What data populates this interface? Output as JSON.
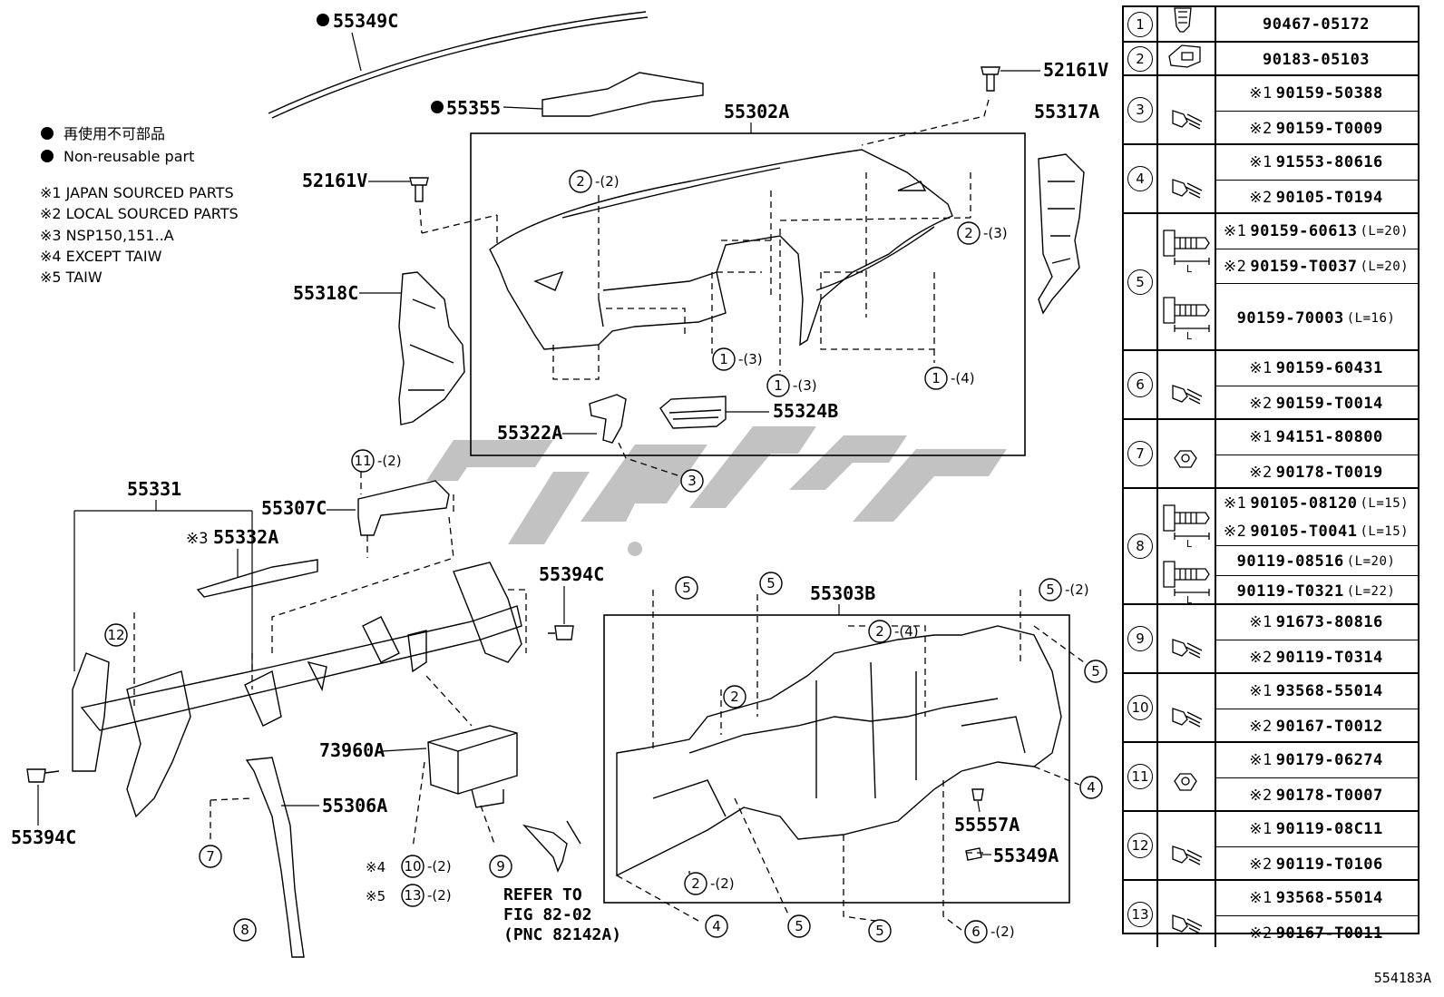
{
  "legend": {
    "line1": "再使用不可部品",
    "line2": "Non-reusable part",
    "notes": [
      "※1 JAPAN SOURCED PARTS",
      "※2 LOCAL SOURCED PARTS",
      "※3 NSP150,151..A",
      "※4 EXCEPT TAIW",
      "※5 TAIW"
    ]
  },
  "labels": {
    "p55349C": "55349C",
    "p55355": "55355",
    "p52161V_a": "52161V",
    "p52161V_b": "52161V",
    "p55302A": "55302A",
    "p55317A": "55317A",
    "p55318C": "55318C",
    "p55322A": "55322A",
    "p55324B": "55324B",
    "p55331": "55331",
    "p55307C": "55307C",
    "p55332A": "55332A",
    "p55332A_mark": "※3",
    "p55394C_a": "55394C",
    "p55394C_b": "55394C",
    "p55303B": "55303B",
    "p73960A": "73960A",
    "p55306A": "55306A",
    "p55557A": "55557A",
    "p55349A": "55349A",
    "refer1": "REFER TO",
    "refer2": "FIG 82-02",
    "refer3": "(PNC 82142A)",
    "mark4": "※4",
    "mark5": "※5"
  },
  "callouts": [
    {
      "num": "2",
      "suffix": "-(2)"
    },
    {
      "num": "2",
      "suffix": "-(3)"
    },
    {
      "num": "1",
      "suffix": "-(3)"
    },
    {
      "num": "1",
      "suffix": "-(3)"
    },
    {
      "num": "1",
      "suffix": "-(4)"
    },
    {
      "num": "3",
      "suffix": ""
    },
    {
      "num": "11",
      "suffix": "-(2)"
    },
    {
      "num": "12",
      "suffix": ""
    },
    {
      "num": "7",
      "suffix": ""
    },
    {
      "num": "8",
      "suffix": ""
    },
    {
      "num": "10",
      "suffix": "-(2)"
    },
    {
      "num": "13",
      "suffix": "-(2)"
    },
    {
      "num": "9",
      "suffix": ""
    },
    {
      "num": "5",
      "suffix": ""
    },
    {
      "num": "5",
      "suffix": ""
    },
    {
      "num": "5",
      "suffix": "-(2)"
    },
    {
      "num": "2",
      "suffix": "-(4)"
    },
    {
      "num": "2",
      "suffix": ""
    },
    {
      "num": "5",
      "suffix": ""
    },
    {
      "num": "4",
      "suffix": ""
    },
    {
      "num": "2",
      "suffix": "-(2)"
    },
    {
      "num": "4",
      "suffix": ""
    },
    {
      "num": "5",
      "suffix": ""
    },
    {
      "num": "5",
      "suffix": ""
    },
    {
      "num": "6",
      "suffix": "-(2)"
    }
  ],
  "fasteners": [
    {
      "idx": "1",
      "icon": "clip-icon",
      "parts": [
        {
          "pn": "90467-05172"
        }
      ]
    },
    {
      "idx": "2",
      "icon": "nut-clip-icon",
      "parts": [
        {
          "pn": "90183-05103"
        }
      ]
    },
    {
      "idx": "3",
      "icon": "screw-icon",
      "parts": [
        {
          "mark": "※1",
          "pn": "90159-50388"
        },
        {
          "mark": "※2",
          "pn": "90159-T0009"
        }
      ]
    },
    {
      "idx": "4",
      "icon": "screw-icon",
      "parts": [
        {
          "mark": "※1",
          "pn": "91553-80616"
        },
        {
          "mark": "※2",
          "pn": "90105-T0194"
        }
      ]
    },
    {
      "idx": "5",
      "icon": "bolt-length-icon",
      "parts": [
        {
          "mark": "※1",
          "pn": "90159-60613",
          "len": "(L=20)"
        },
        {
          "mark": "※2",
          "pn": "90159-T0037",
          "len": "(L=20)"
        },
        {
          "pn": "90159-70003",
          "len": "(L=16)"
        }
      ]
    },
    {
      "idx": "6",
      "icon": "screw-icon",
      "parts": [
        {
          "mark": "※1",
          "pn": "90159-60431"
        },
        {
          "mark": "※2",
          "pn": "90159-T0014"
        }
      ]
    },
    {
      "idx": "7",
      "icon": "nut-icon",
      "parts": [
        {
          "mark": "※1",
          "pn": "94151-80800"
        },
        {
          "mark": "※2",
          "pn": "90178-T0019"
        }
      ]
    },
    {
      "idx": "8",
      "icon": "bolt-length-icon",
      "parts": [
        {
          "mark": "※1",
          "pn": "90105-08120",
          "len": "(L=15)"
        },
        {
          "mark": "※2",
          "pn": "90105-T0041",
          "len": "(L=15)"
        },
        {
          "pn": "90119-08516",
          "len": "(L=20)"
        },
        {
          "pn": "90119-T0321",
          "len": "(L=22)"
        }
      ]
    },
    {
      "idx": "9",
      "icon": "screw-icon",
      "parts": [
        {
          "mark": "※1",
          "pn": "91673-80816"
        },
        {
          "mark": "※2",
          "pn": "90119-T0314"
        }
      ]
    },
    {
      "idx": "10",
      "icon": "screw-icon",
      "parts": [
        {
          "mark": "※1",
          "pn": "93568-55014"
        },
        {
          "mark": "※2",
          "pn": "90167-T0012"
        }
      ]
    },
    {
      "idx": "11",
      "icon": "nut-icon",
      "parts": [
        {
          "mark": "※1",
          "pn": "90179-06274"
        },
        {
          "mark": "※2",
          "pn": "90178-T0007"
        }
      ]
    },
    {
      "idx": "12",
      "icon": "screw-icon",
      "parts": [
        {
          "mark": "※1",
          "pn": "90119-08C11"
        },
        {
          "mark": "※2",
          "pn": "90119-T0106"
        }
      ]
    },
    {
      "idx": "13",
      "icon": "screw-icon",
      "parts": [
        {
          "mark": "※1",
          "pn": "93568-55014"
        },
        {
          "mark": "※2",
          "pn": "90167-T0011"
        }
      ]
    }
  ],
  "figure_id": "554183A",
  "colors": {
    "ink": "#000000",
    "watermark": "#b7b7b7",
    "background": "#ffffff"
  }
}
